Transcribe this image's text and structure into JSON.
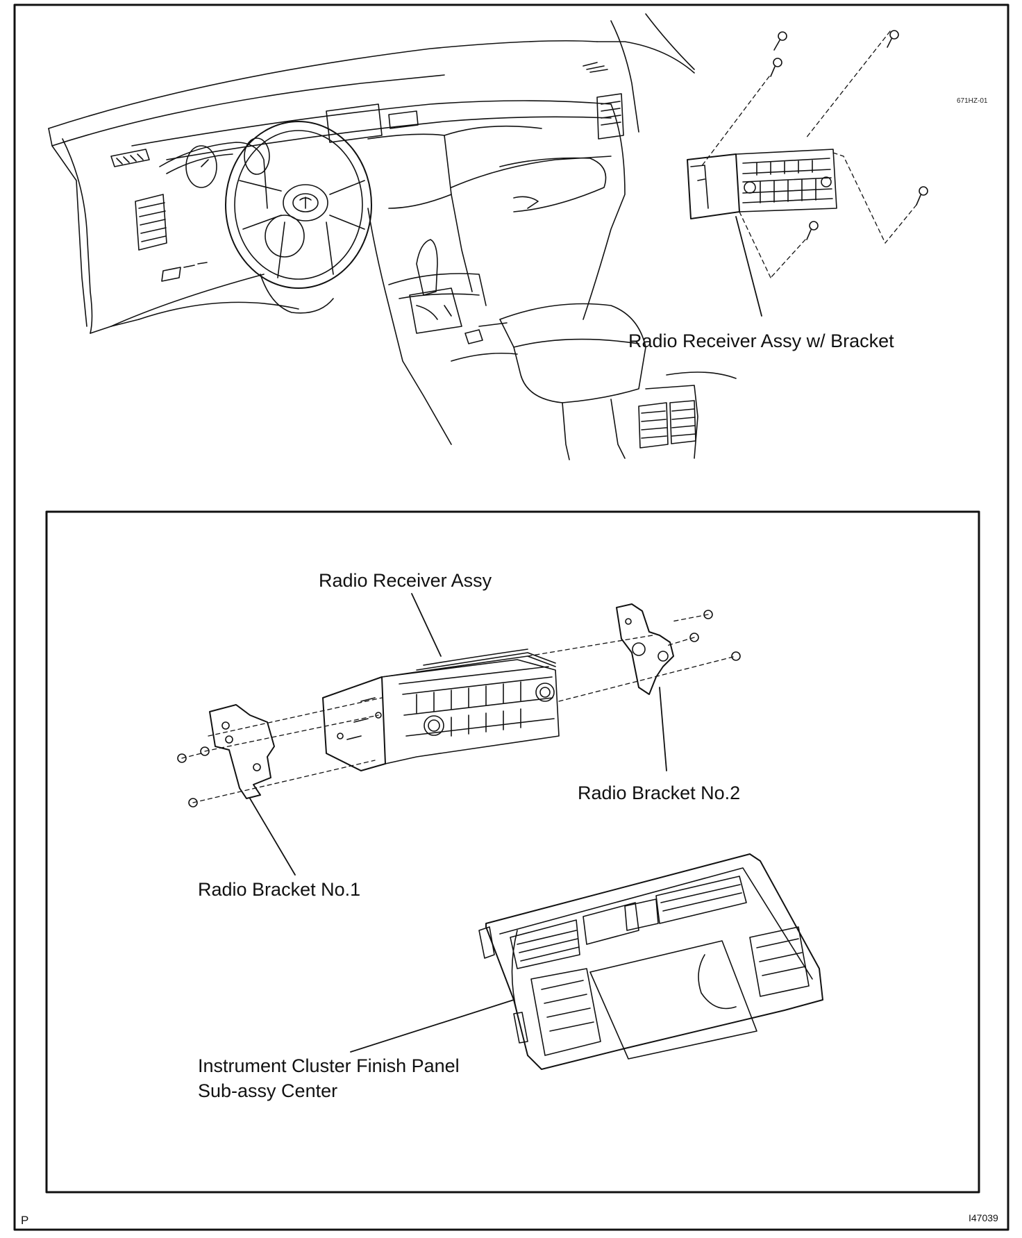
{
  "labels": {
    "radio_receiver_assy_w_bracket": "Radio Receiver Assy w/ Bracket",
    "radio_receiver_assy": "Radio Receiver Assy",
    "radio_bracket_no2": "Radio Bracket No.2",
    "radio_bracket_no1": "Radio Bracket No.1",
    "finish_panel_line1": "Instrument Cluster Finish Panel",
    "finish_panel_line2": "Sub-assy  Center"
  },
  "codes": {
    "top_figure_code": "671HZ-01",
    "figure_number": "I47039",
    "corner_mark": "P"
  }
}
